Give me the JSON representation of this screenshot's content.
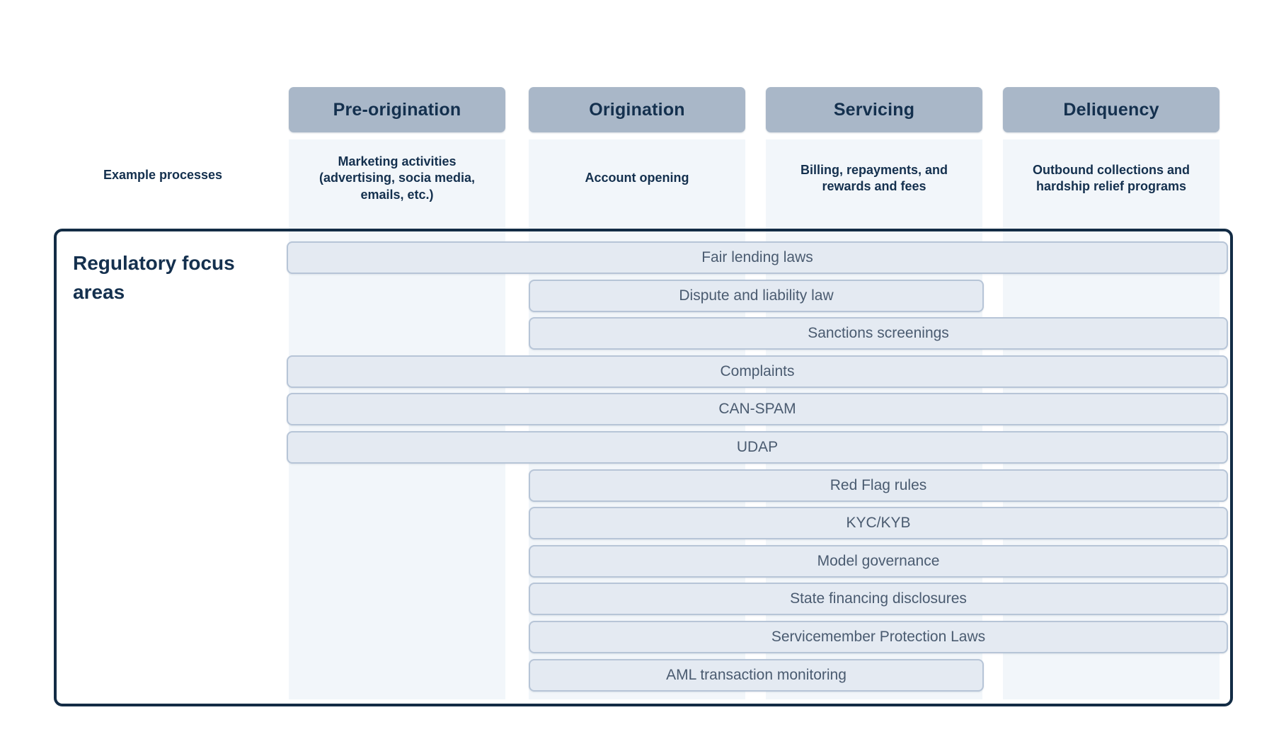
{
  "labels": {
    "example_processes": "Example processes"
  },
  "columns": [
    {
      "id": "pre-origination",
      "header": "Pre-origination",
      "example_process": "Marketing activities (advertising, socia media, emails, etc.)"
    },
    {
      "id": "origination",
      "header": "Origination",
      "example_process": "Account opening"
    },
    {
      "id": "servicing",
      "header": "Servicing",
      "example_process": "Billing, repayments, and rewards and fees"
    },
    {
      "id": "deliquency",
      "header": "Deliquency",
      "example_process": "Outbound collections and hardship relief programs"
    }
  ],
  "regulatory": {
    "title": "Regulatory focus areas",
    "rows": [
      {
        "label": "Fair lending laws",
        "span_start": "pre-origination",
        "span_end": "deliquency"
      },
      {
        "label": "Dispute and liability law",
        "span_start": "origination",
        "span_end": "servicing"
      },
      {
        "label": "Sanctions screenings",
        "span_start": "origination",
        "span_end": "deliquency"
      },
      {
        "label": "Complaints",
        "span_start": "pre-origination",
        "span_end": "deliquency"
      },
      {
        "label": "CAN-SPAM",
        "span_start": "pre-origination",
        "span_end": "deliquency"
      },
      {
        "label": "UDAP",
        "span_start": "pre-origination",
        "span_end": "deliquency"
      },
      {
        "label": "Red Flag rules",
        "span_start": "origination",
        "span_end": "deliquency"
      },
      {
        "label": "KYC/KYB",
        "span_start": "origination",
        "span_end": "deliquency"
      },
      {
        "label": "Model governance",
        "span_start": "origination",
        "span_end": "deliquency"
      },
      {
        "label": "State financing disclosures",
        "span_start": "origination",
        "span_end": "deliquency"
      },
      {
        "label": "Servicemember Protection Laws",
        "span_start": "origination",
        "span_end": "deliquency"
      },
      {
        "label": "AML transaction monitoring",
        "span_start": "origination",
        "span_end": "servicing"
      }
    ]
  },
  "colors": {
    "header_fill": "#a9b7c8",
    "column_band_fill": "#f2f6fa",
    "bar_fill": "#e4eaf2",
    "bar_border": "#b7c5d7",
    "bar_text": "#4a5b70",
    "navy_text": "#14304e",
    "box_border": "#132c45",
    "page_background": "#ffffff"
  }
}
